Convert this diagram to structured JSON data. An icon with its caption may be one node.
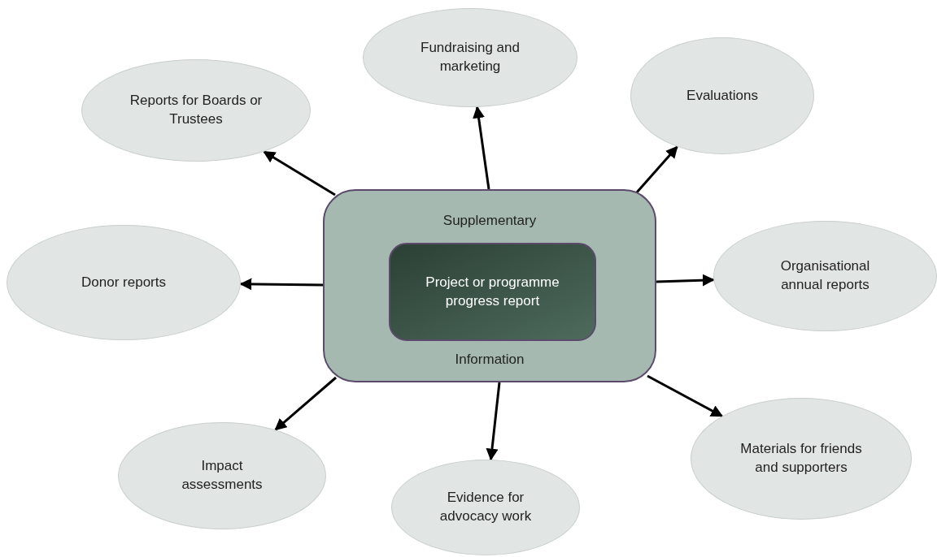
{
  "diagram": {
    "nodes": [
      {
        "text": [
          "Supplementary",
          "Information"
        ]
      },
      {
        "text": [
          "Project or programme progress report"
        ],
        "in": 0
      },
      {
        "text": [
          "Reports for Boards or Trustees"
        ]
      },
      {
        "text": [
          "Fundraising and marketing"
        ]
      },
      {
        "text": [
          "Evaluations"
        ]
      },
      {
        "text": [
          "Donor reports"
        ]
      },
      {
        "text": [
          "Organisational annual reports"
        ]
      },
      {
        "text": [
          "Impact assessments"
        ]
      },
      {
        "text": [
          "Evidence for advocacy work"
        ]
      },
      {
        "text": [
          "Materials for friends and supporters"
        ]
      }
    ],
    "edges": [
      {
        "from": 0,
        "to": 2,
        "arrow": "to"
      },
      {
        "from": 0,
        "to": 3,
        "arrow": "to"
      },
      {
        "from": 0,
        "to": 4,
        "arrow": "to"
      },
      {
        "from": 0,
        "to": 5,
        "arrow": "to"
      },
      {
        "from": 0,
        "to": 6,
        "arrow": "to"
      },
      {
        "from": 0,
        "to": 7,
        "arrow": "to"
      },
      {
        "from": 0,
        "to": 8,
        "arrow": "to"
      },
      {
        "from": 0,
        "to": 9,
        "arrow": "to"
      }
    ]
  }
}
